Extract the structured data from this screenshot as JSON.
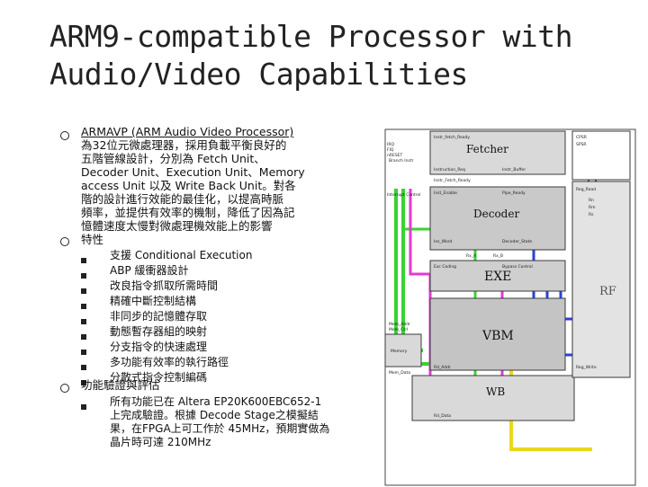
{
  "slide": {
    "title_line1": "ARM9-compatible Processor with",
    "title_line2": "Audio/Video Capabilities"
  },
  "bullets": [
    {
      "lines": [
        "ARMAVP (ARM Audio Video Processor)",
        "為32位元微處理器，採用負載平衡良好的",
        "五階管線設計，分別為  Fetch Unit、",
        "Decoder Unit、Execution Unit、Memory",
        "access Unit 以及 Write Back Unit。對各",
        "階的設計進行效能的最佳化，以提高時脈",
        "頻率，並提供有效率的機制，降低了因為記",
        "憶體速度太慢對微處理機效能上的影響"
      ]
    },
    {
      "label": "特性",
      "items": [
        "支援 Conditional Execution",
        "ABP 緩衝器設計",
        "改良指令抓取所需時間",
        "精確中斷控制結構",
        "非同步的記憶體存取",
        "動態暫存器組的映射",
        "分支指令的快速處理",
        "多功能有效率的執行路徑",
        "分散式指令控制編碼"
      ]
    },
    {
      "label": "功能驗證與評估",
      "items_lines": [
        "所有功能已在  Altera EP20K600EBC652-1",
        "上完成驗證。根據  Decode Stage之模擬結",
        "果，在FPGA上可工作於  45MHz，預期實做為",
        "晶片時可達  210MHz"
      ]
    }
  ],
  "diagram": {
    "stages": [
      "Fetcher",
      "Decoder",
      "EXE",
      "VBM",
      "WB",
      "RF"
    ],
    "small_labels": [
      "Instr_fetch_Ready",
      "Instruction_Req",
      "Instr_Buffer",
      "Branch Instr",
      "Inst_Enable",
      "Pipe_Ready",
      "Ins_Word",
      "Rx_A",
      "Rx_B",
      "Interrupt Control",
      "Decoder_State",
      "Instr_Fetch_Ready",
      "IRQ",
      "FIQ",
      "nRESET",
      "CPSR",
      "SPSR",
      "Mem_Addr",
      "Mem_Ctrl",
      "Mem_Data",
      "Exc Coding",
      "Memory",
      "Reg_Read",
      "Reg_Write",
      "Rd_Addr",
      "Rd_Data",
      "Rn",
      "Rm",
      "Rs",
      "Bypass Control"
    ],
    "colors": {
      "green": "#39d32f",
      "magenta": "#e33ad4",
      "blue": "#2a42d6",
      "yellow": "#e9d81b",
      "gray_block": "#c9c9c9",
      "dark_border": "#3a3a3a"
    }
  }
}
